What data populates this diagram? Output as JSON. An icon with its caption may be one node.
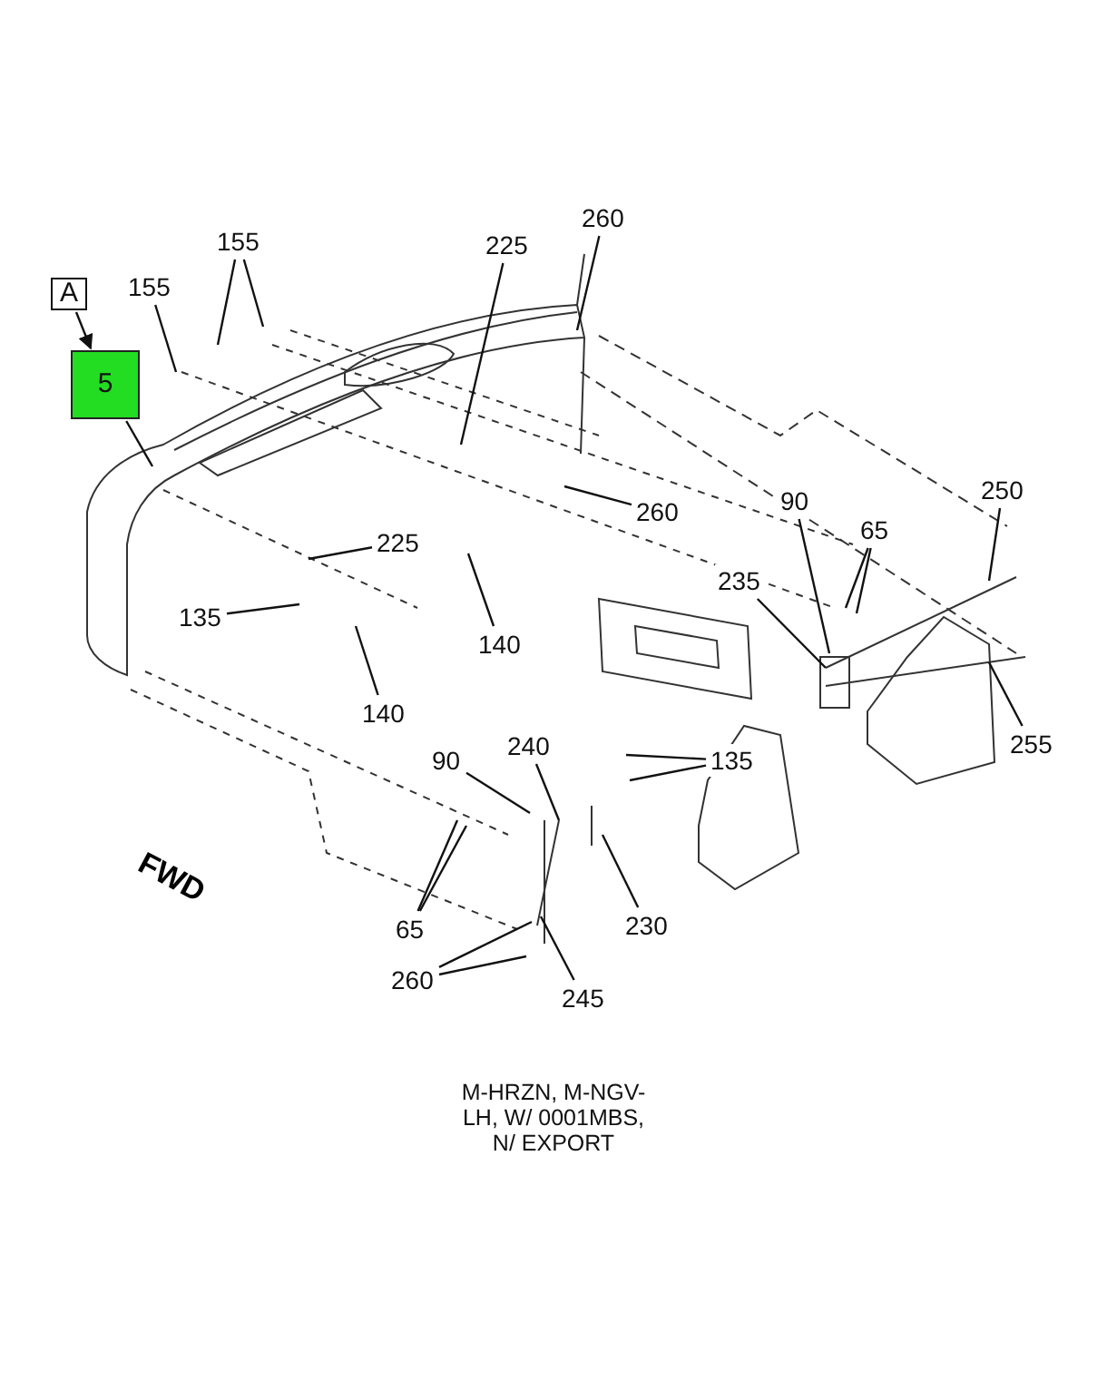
{
  "diagram": {
    "nodes": [
      {
        "text": [
          "260"
        ]
      },
      {
        "text": [
          "155"
        ]
      },
      {
        "text": [
          "225"
        ]
      },
      {
        "text": [
          "A"
        ]
      },
      {
        "text": [
          "155"
        ]
      },
      {
        "text": [
          "5"
        ]
      },
      {
        "text": [
          "260"
        ]
      },
      {
        "text": [
          "90"
        ]
      },
      {
        "text": [
          "250"
        ]
      },
      {
        "text": [
          "65"
        ]
      },
      {
        "text": [
          "225"
        ]
      },
      {
        "text": [
          "235"
        ]
      },
      {
        "text": [
          "135"
        ]
      },
      {
        "text": [
          "140"
        ]
      },
      {
        "text": [
          "255"
        ]
      },
      {
        "text": [
          "140"
        ]
      },
      {
        "text": [
          "240"
        ]
      },
      {
        "text": [
          "90"
        ]
      },
      {
        "text": [
          "135"
        ]
      },
      {
        "text": [
          "230"
        ]
      },
      {
        "text": [
          "65"
        ]
      },
      {
        "text": [
          "260"
        ]
      },
      {
        "text": [
          "245"
        ]
      }
    ],
    "edges": [
      {
        "from": 0,
        "to": null,
        "arrow": "none"
      },
      {
        "from": 1,
        "to": null,
        "arrow": "none"
      },
      {
        "from": 1,
        "to": null,
        "arrow": "none"
      },
      {
        "from": 2,
        "to": null,
        "arrow": "none"
      },
      {
        "from": 3,
        "to": 5,
        "arrow": "to"
      },
      {
        "from": 4,
        "to": null,
        "arrow": "none"
      },
      {
        "from": 5,
        "to": null,
        "arrow": "none"
      },
      {
        "from": 6,
        "to": null,
        "arrow": "none"
      },
      {
        "from": 7,
        "to": null,
        "arrow": "none"
      },
      {
        "from": 8,
        "to": null,
        "arrow": "none"
      },
      {
        "from": 9,
        "to": null,
        "arrow": "none"
      },
      {
        "from": 9,
        "to": null,
        "arrow": "none"
      },
      {
        "from": 10,
        "to": null,
        "arrow": "none"
      },
      {
        "from": 11,
        "to": null,
        "arrow": "none"
      },
      {
        "from": 12,
        "to": null,
        "arrow": "none"
      },
      {
        "from": 13,
        "to": null,
        "arrow": "none"
      },
      {
        "from": 14,
        "to": null,
        "arrow": "none"
      },
      {
        "from": 15,
        "to": null,
        "arrow": "none"
      },
      {
        "from": 16,
        "to": null,
        "arrow": "none"
      },
      {
        "from": 17,
        "to": null,
        "arrow": "none"
      },
      {
        "from": 18,
        "to": null,
        "arrow": "none"
      },
      {
        "from": 18,
        "to": null,
        "arrow": "none"
      },
      {
        "from": 19,
        "to": null,
        "arrow": "none"
      },
      {
        "from": 20,
        "to": null,
        "arrow": "none"
      },
      {
        "from": 20,
        "to": null,
        "arrow": "none"
      },
      {
        "from": 21,
        "to": null,
        "arrow": "none"
      },
      {
        "from": 21,
        "to": null,
        "arrow": "none"
      },
      {
        "from": 22,
        "to": null,
        "arrow": "none"
      }
    ],
    "labels": [
      "FWD",
      "M-HRZN, M-NGV-LH, W/ 0001MBS, N/ EXPORT"
    ]
  }
}
